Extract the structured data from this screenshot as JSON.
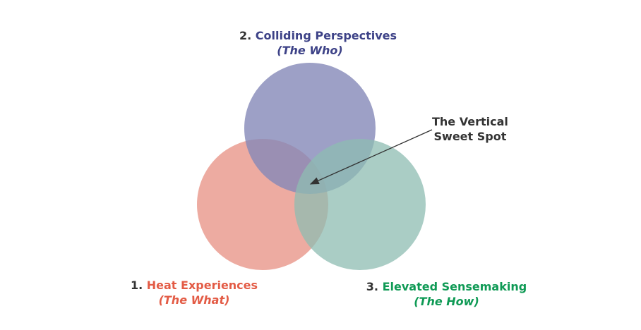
{
  "circles": [
    {
      "id": "what",
      "number": "1.",
      "title": "Heat Experiences",
      "subtitle": "(The What)",
      "color": "#e35b45",
      "fill": "#e8968a"
    },
    {
      "id": "who",
      "number": "2.",
      "title": "Colliding Perspectives",
      "subtitle": "(The Who)",
      "color": "#3d4287",
      "fill": "#8488b8"
    },
    {
      "id": "how",
      "number": "3.",
      "title": "Elevated Sensemaking",
      "subtitle": "(The How)",
      "color": "#0f9a55",
      "fill": "#8ebcb1"
    }
  ],
  "annotation": {
    "line1": "The Vertical",
    "line2": "Sweet Spot"
  }
}
